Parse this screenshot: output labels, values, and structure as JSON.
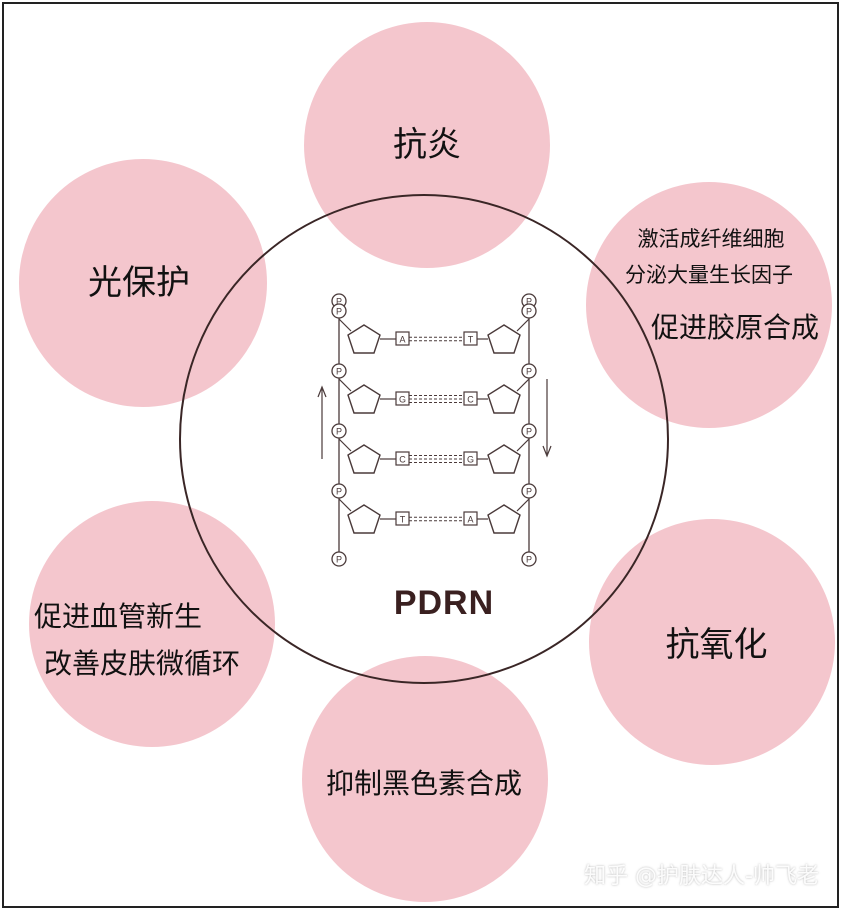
{
  "center": {
    "title": "PDRN"
  },
  "effects": {
    "anti_inflammatory": "抗炎",
    "photoprotection": "光保护",
    "collagen_line1": "激活成纤维细胞",
    "collagen_line2": "分泌大量生长因子",
    "collagen_line3": "促进胶原合成",
    "vessel_line1": "促进血管新生",
    "vessel_line2": "改善皮肤微循环",
    "antioxidant": "抗氧化",
    "melanin": "抑制黑色素合成"
  },
  "dna": {
    "phosphate_label": "P",
    "base_pairs": [
      [
        "A",
        "T"
      ],
      [
        "G",
        "C"
      ],
      [
        "C",
        "G"
      ],
      [
        "T",
        "A"
      ]
    ]
  },
  "watermark": "知乎 @护肤达人-帅飞老",
  "colors": {
    "bubble": "#f0b0ba",
    "ring": "#3a2626",
    "pdrn_text": "#3a2020"
  }
}
